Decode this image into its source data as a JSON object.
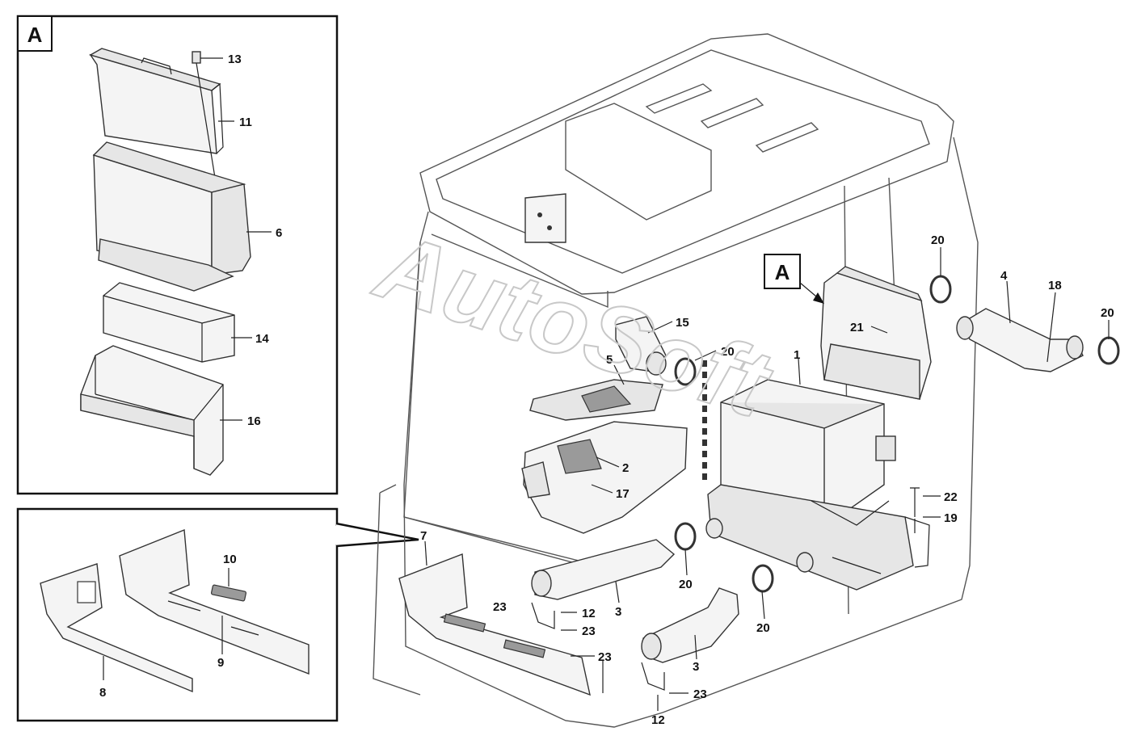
{
  "detail_a": {
    "marker": "A"
  },
  "main": {
    "marker": "A"
  },
  "watermark": "AutoSoft",
  "callouts": {
    "a13": "13",
    "a11": "11",
    "a6": "6",
    "a14": "14",
    "a16": "16",
    "b10": "10",
    "b9": "9",
    "b8": "8",
    "m20a": "20",
    "m4": "4",
    "m18": "18",
    "m20b": "20",
    "m15": "15",
    "m20c": "20",
    "m5": "5",
    "m21": "21",
    "m1": "1",
    "m2": "2",
    "m17": "17",
    "m22": "22",
    "m19": "19",
    "m7": "7",
    "m20d": "20",
    "m3a": "3",
    "m20e": "20",
    "m23a": "23",
    "m12a": "12",
    "m23b": "23",
    "m23c": "23",
    "m3b": "3",
    "m23d": "23",
    "m12b": "12"
  }
}
